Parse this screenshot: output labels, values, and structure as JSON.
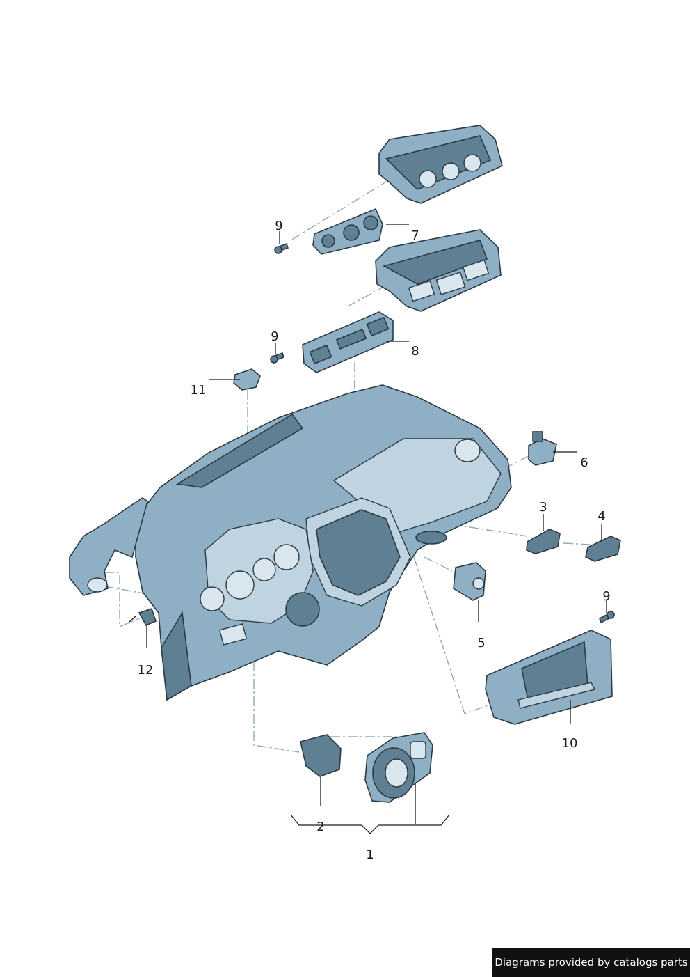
{
  "callouts": [
    {
      "id": "1",
      "label": "1"
    },
    {
      "id": "2",
      "label": "2"
    },
    {
      "id": "3",
      "label": "3"
    },
    {
      "id": "4",
      "label": "4"
    },
    {
      "id": "5",
      "label": "5"
    },
    {
      "id": "6",
      "label": "6"
    },
    {
      "id": "7",
      "label": "7"
    },
    {
      "id": "8",
      "label": "8"
    },
    {
      "id": "9a",
      "label": "9"
    },
    {
      "id": "9b",
      "label": "9"
    },
    {
      "id": "9c",
      "label": "9"
    },
    {
      "id": "10",
      "label": "10"
    },
    {
      "id": "11",
      "label": "11"
    },
    {
      "id": "12",
      "label": "12"
    }
  ],
  "watermark": "Diagrams provided by catalogs parts",
  "colors": {
    "part_fill": "#8fb0c4",
    "outline": "#2b3a44",
    "dash": "#8fa8b8",
    "watermark_bg": "#111111"
  }
}
